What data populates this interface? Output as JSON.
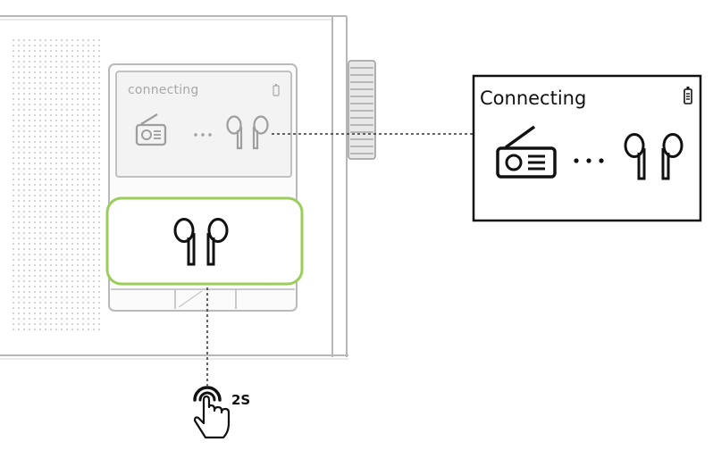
{
  "device_screen": {
    "status_text": "connecting",
    "icons": [
      "battery-icon",
      "radio-icon",
      "ellipsis-icon",
      "earbuds-icon"
    ]
  },
  "callout": {
    "status_text": "Connecting",
    "icons": [
      "battery-icon",
      "radio-icon",
      "ellipsis-icon",
      "earbuds-icon"
    ]
  },
  "bluetooth_button": {
    "icon": "earbuds-icon",
    "highlight_color": "#9acd5a"
  },
  "gesture": {
    "icon": "press-hand-icon",
    "duration_label": "2S"
  }
}
